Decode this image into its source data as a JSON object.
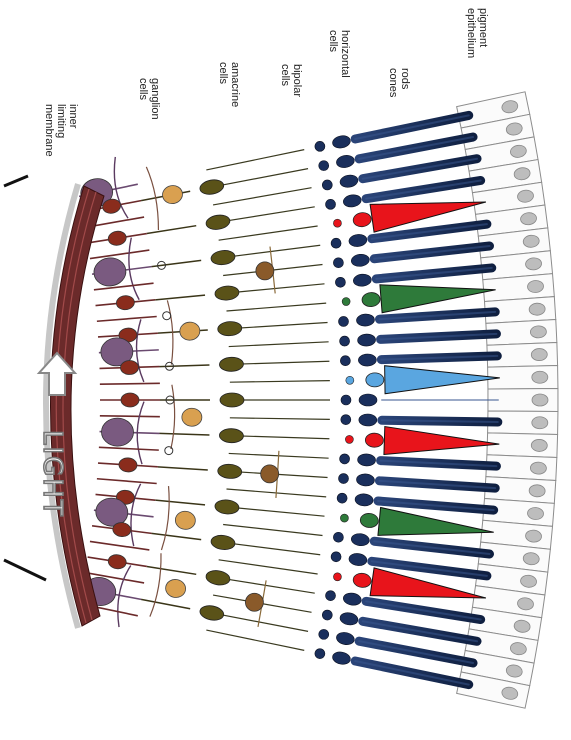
{
  "labels": {
    "pigment": [
      "pigment",
      "epithelium"
    ],
    "rods": "rods",
    "cones": "cones",
    "horizontal": [
      "horizontal",
      "cells"
    ],
    "bipolar": [
      "bipolar",
      "cells"
    ],
    "amacrine": [
      "amacrine",
      "cells"
    ],
    "ganglion": [
      "ganglion",
      "cells"
    ],
    "ilm": [
      "inner",
      "limiting",
      "membrane"
    ],
    "light": "LIGHT"
  },
  "colors": {
    "rod": "#1a2f5c",
    "cone_red": "#e8141b",
    "cone_green": "#2e7a3a",
    "cone_blue": "#5aa6e0",
    "bipolar": "#5a5218",
    "horizontal": "#8a5a2a",
    "amacrine": "#d9a050",
    "ganglion_large": "#7a5a80",
    "ganglion_small": "#8a2c1c",
    "nerve_fiber": "#6b2a2a",
    "membrane": "#bbbbbb",
    "epithelium": "#bdbdbd"
  },
  "cones": [
    {
      "index": 4,
      "color": "red"
    },
    {
      "index": 8,
      "color": "green"
    },
    {
      "index": 12,
      "color": "blue"
    },
    {
      "index": 15,
      "color": "red"
    },
    {
      "index": 19,
      "color": "green"
    },
    {
      "index": 22,
      "color": "red"
    }
  ],
  "icons": {
    "light_arrow": "arrow-right-outline-icon"
  }
}
